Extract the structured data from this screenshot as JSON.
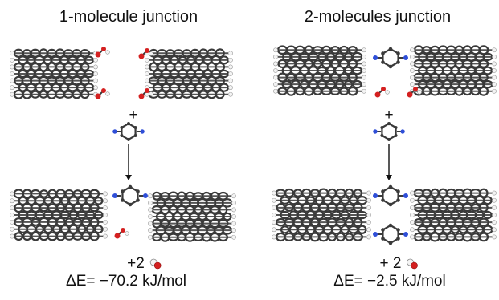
{
  "panels": [
    {
      "title": "1-molecule junction",
      "plus_top": "+",
      "plus_water": "+2",
      "energy": "ΔE= −70.2 kJ/mol"
    },
    {
      "title": "2-molecules junction",
      "plus_top": "+",
      "plus_water": "+ 2",
      "energy": "ΔE= −2.5 kJ/mol"
    }
  ],
  "colors": {
    "carbon": "#3a3a3a",
    "nitrogen": "#2f4fd8",
    "oxygen": "#d42020",
    "hydrogen": "#f4f4f4"
  }
}
